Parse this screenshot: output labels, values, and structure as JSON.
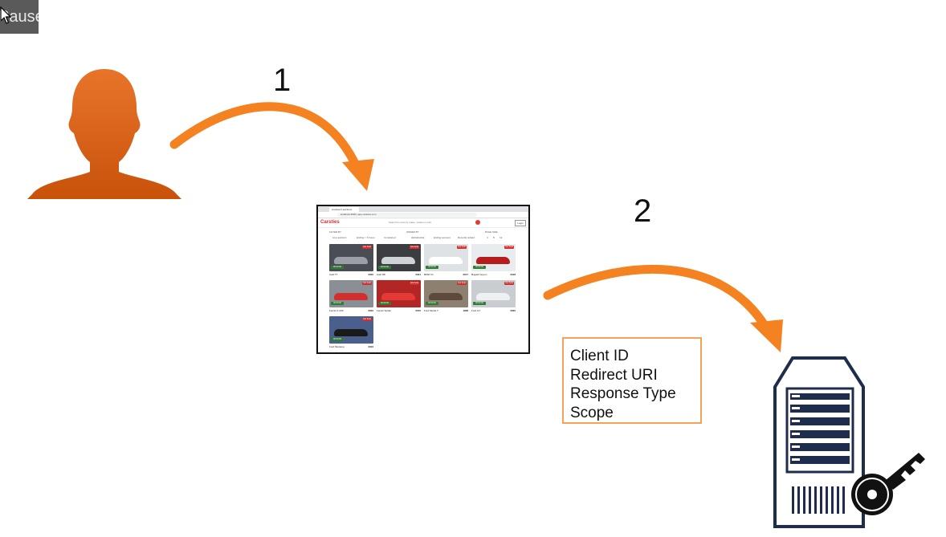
{
  "overlay": {
    "pause_label": "Pause"
  },
  "steps": {
    "step1": "1",
    "step2": "2"
  },
  "colors": {
    "accent": "#F58220",
    "user": "#D9600B",
    "server": "#1F2D4D",
    "box_border": "#F5A15A"
  },
  "icons": {
    "user": "user-silhouette-icon",
    "server": "authorization-server-icon",
    "key": "key-icon"
  },
  "browser": {
    "tab_title": "Carsties's auctions",
    "url": "localhost:3000 | app.carsties.com",
    "logo": "Carsties",
    "search_placeholder": "Search for cars by make, model or color",
    "login": "Login",
    "filter_labels": {
      "filter": "FILTER BY",
      "order": "ORDER BY",
      "page": "PAGE SIZE"
    },
    "filters": [
      "Live auctions",
      "Ending < 6 hours",
      "Completed"
    ],
    "orders": [
      "Alphabetical",
      "Ending soonest",
      "Recently added"
    ],
    "page_sizes": [
      "4",
      "8",
      "12"
    ],
    "cars": [
      {
        "name": "Audi TT",
        "year": "2020",
        "color": "#4a4e54",
        "body": "#9aa0a6"
      },
      {
        "name": "Audi R8",
        "year": "2021",
        "color": "#3b3d40",
        "body": "#d0d3d6"
      },
      {
        "name": "BMW X1",
        "year": "2017",
        "color": "#dfe2e5",
        "body": "#ffffff"
      },
      {
        "name": "Bugatti Veyron",
        "year": "2018",
        "color": "#e9ecef",
        "body": "#b71c1c"
      },
      {
        "name": "Ferrari F-430",
        "year": "2022",
        "color": "#8a8f96",
        "body": "#d32f2f"
      },
      {
        "name": "Ferrari Spider",
        "year": "2015",
        "color": "#b32626",
        "body": "#e53935"
      },
      {
        "name": "Ford Model T",
        "year": "1938",
        "color": "#8d8071",
        "body": "#5d4a3c"
      },
      {
        "name": "Ford GT",
        "year": "2020",
        "color": "#c9ccd1",
        "body": "#eef0f2"
      },
      {
        "name": "Ford Mustang",
        "year": "2023",
        "color": "#4a5f8c",
        "body": "#1a1a1a"
      }
    ],
    "badge": "Not Sold",
    "timer": "00:00:00"
  },
  "params": {
    "items": [
      "Client ID",
      "Redirect URI",
      "Response Type",
      "Scope"
    ]
  }
}
